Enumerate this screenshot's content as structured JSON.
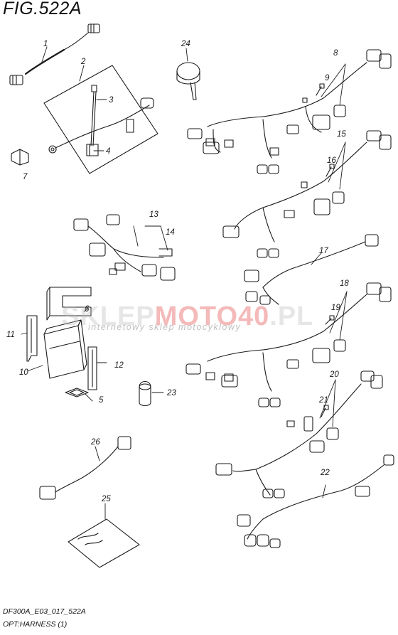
{
  "figure": {
    "title": "FIG.522A",
    "code": "DF300A_E03_017_522A",
    "name": "OPT:HARNESS (1)"
  },
  "watermark": {
    "brand_part1": "SKLEP",
    "brand_part2": "MOTO40",
    "brand_part3": ".PL",
    "tagline": "internetowy sklep motocyklowy"
  },
  "callouts": {
    "c1": "1",
    "c2": "2",
    "c3": "3",
    "c4": "4",
    "c5": "5",
    "c6": "6",
    "c7": "7",
    "c8": "8",
    "c9": "9",
    "c10": "10",
    "c11": "11",
    "c12": "12",
    "c13": "13",
    "c14": "14",
    "c15": "15",
    "c16": "16",
    "c17": "17",
    "c18": "18",
    "c19": "19",
    "c20": "20",
    "c21": "21",
    "c22": "22",
    "c23": "23",
    "c24": "24",
    "c25": "25",
    "c26": "26"
  },
  "colors": {
    "line": "#1a1a1a",
    "fill": "#ffffff",
    "watermark_red": "#e23a3a",
    "watermark_grey": "#b8b8b8"
  }
}
